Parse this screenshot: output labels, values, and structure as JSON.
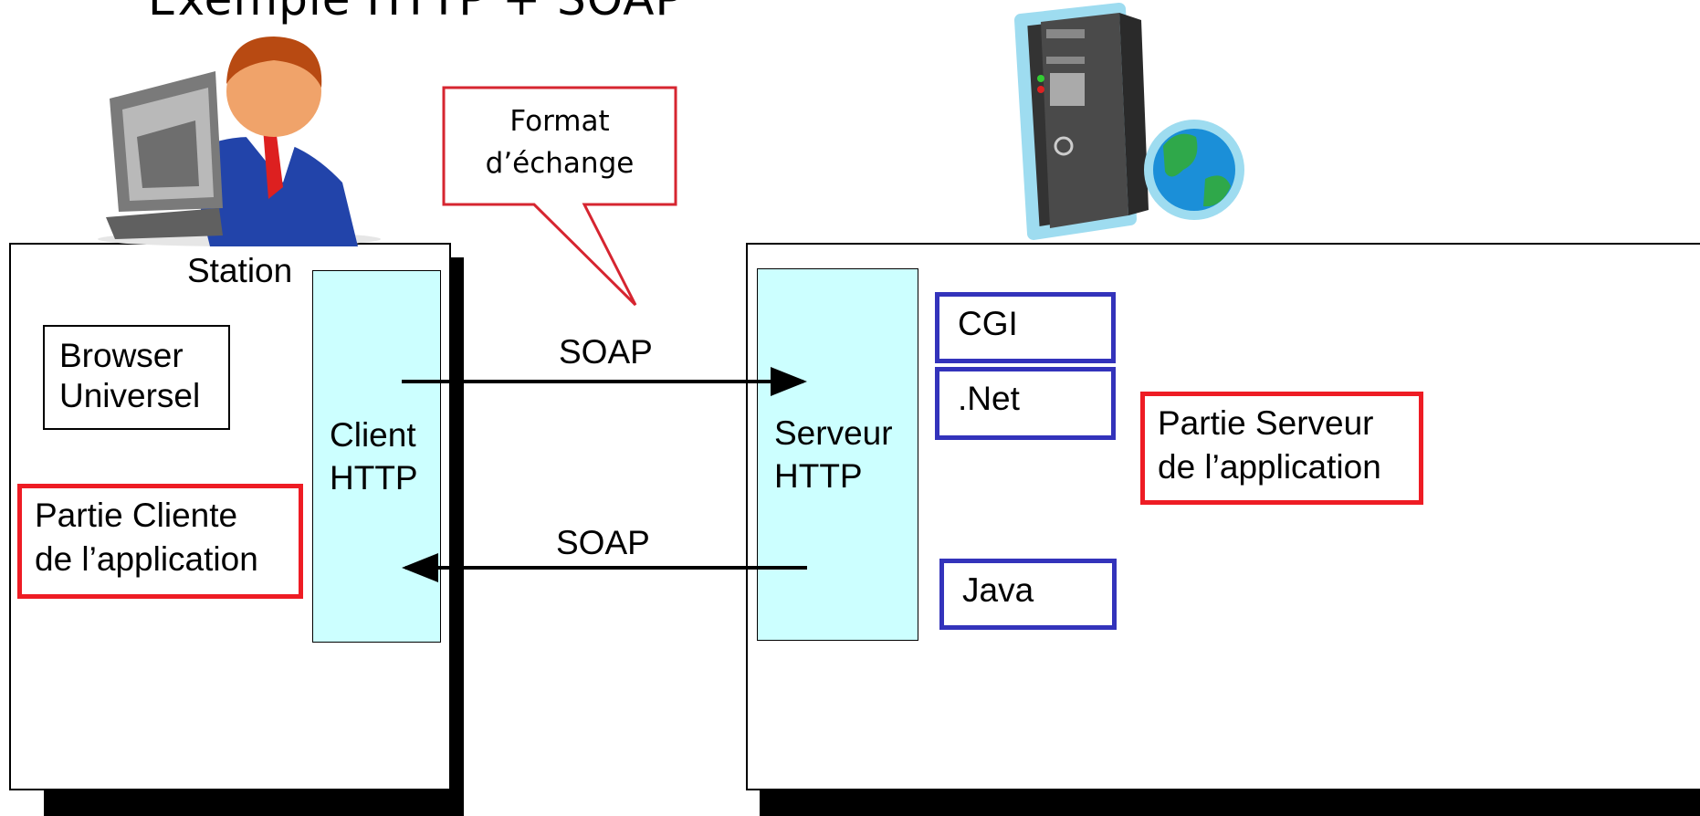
{
  "title": "Exemple HTTP + SOAP",
  "callout": {
    "line1": "Format",
    "line2": "d’échange"
  },
  "client_side": {
    "station_label": "Station",
    "browser": {
      "line1": "Browser",
      "line2": "Universel"
    },
    "http_client": {
      "line1": "Client",
      "line2": "HTTP"
    },
    "app_part": {
      "line1": "Partie Cliente",
      "line2": "de l’application"
    }
  },
  "server_side": {
    "http_server": {
      "line1": "Serveur",
      "line2": "HTTP"
    },
    "modules": [
      "CGI",
      ".Net",
      "Java"
    ],
    "app_part": {
      "line1": "Partie Serveur",
      "line2": "de l’application"
    }
  },
  "arrows": {
    "request_label": "SOAP",
    "response_label": "SOAP"
  },
  "colors": {
    "red": "#ee1c24",
    "blue": "#3333bb",
    "cyan": "#ccffff"
  }
}
